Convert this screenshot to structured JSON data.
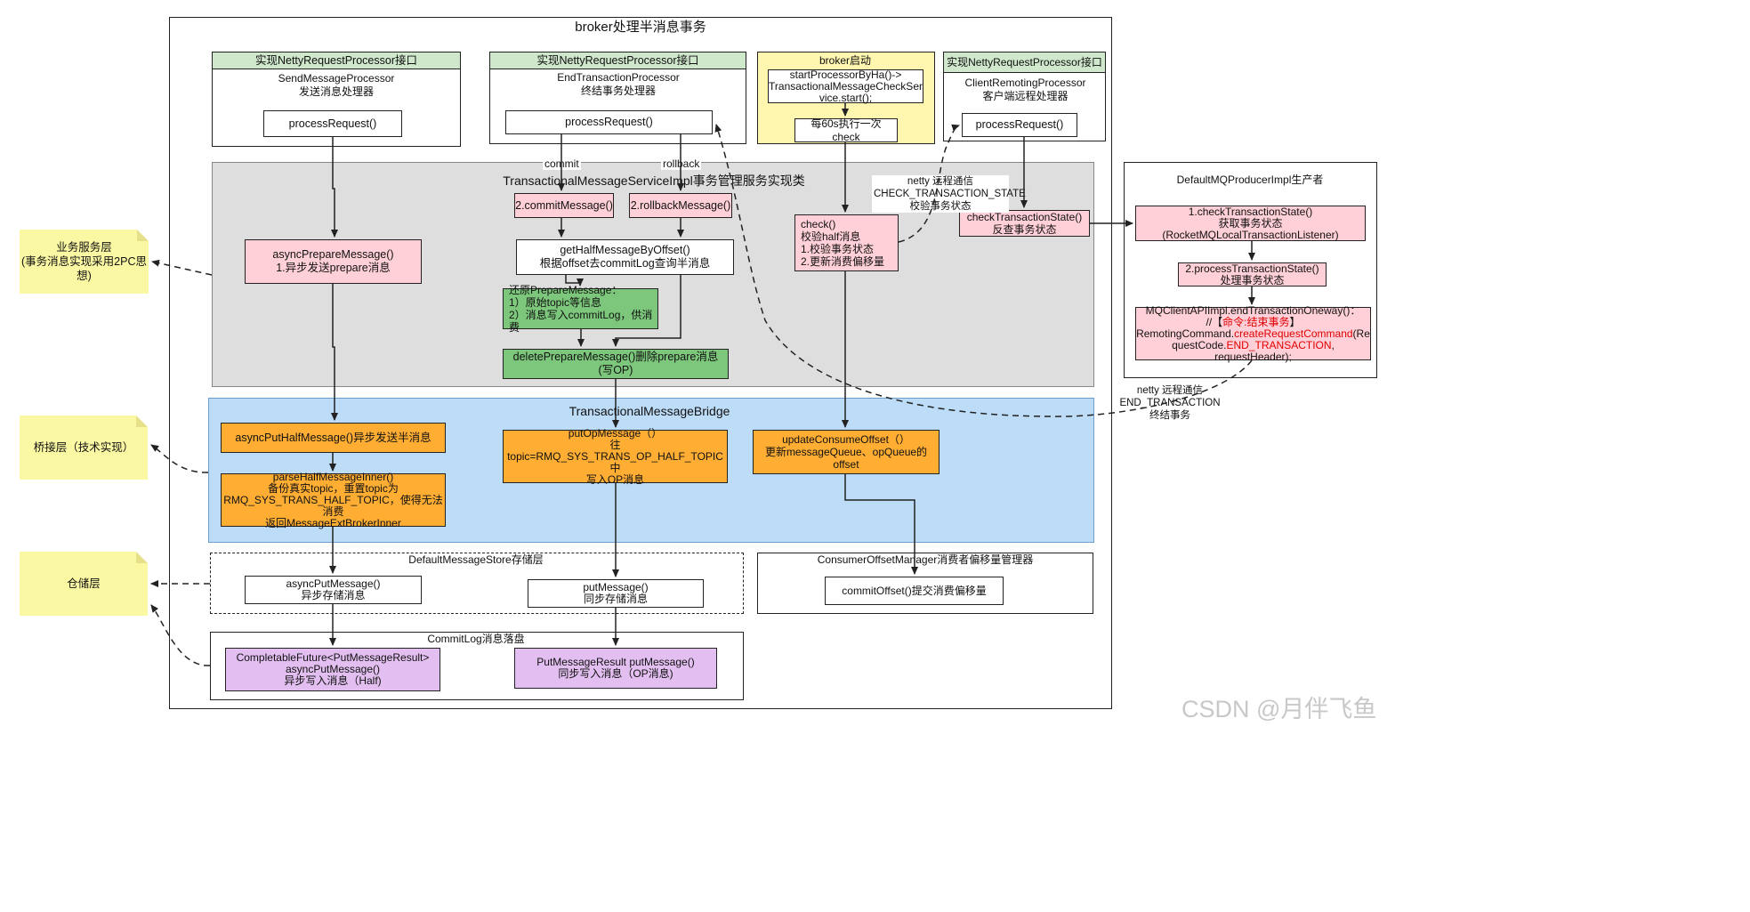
{
  "title": "broker处理半消息事务",
  "watermark": "CSDN @月伴飞鱼",
  "notes": {
    "business": "业务服务层\n(事务消息实现采用2PC思想)",
    "bridge": "桥接层（技术实现）",
    "storage": "仓储层"
  },
  "send_processor": {
    "header": "实现NettyRequestProcessor接口",
    "name": "SendMessageProcessor\n发送消息处理器",
    "method": "processRequest()"
  },
  "end_processor": {
    "header": "实现NettyRequestProcessor接口",
    "name": "EndTransactionProcessor\n终结事务处理器",
    "method": "processRequest()"
  },
  "broker_start": {
    "header": "broker启动",
    "start": "startProcessorByHa()->\nTransactionalMessageCheckSer\nvice.start();",
    "check60": "每60s执行一次 check"
  },
  "client_processor": {
    "header": "实现NettyRequestProcessor接口",
    "name": "ClientRemotingProcessor\n客户端远程处理器",
    "method": "processRequest()"
  },
  "service_impl": {
    "title": "TransactionalMessageServiceImpl事务管理服务实现类",
    "async_prepare": "asyncPrepareMessage()\n1.异步发送prepare消息",
    "commit": "2.commitMessage()",
    "rollback": "2.rollbackMessage()",
    "get_half": "getHalfMessageByOffset()\n根据offset去commitLog查询半消息",
    "restore": "还原PrepareMessage：\n1）原始topic等信息\n2）消息写入commitLog，供消费",
    "delete_prepare": "deletePrepareMessage()删除prepare消息\n(写OP)",
    "check": "check()\n校验half消息\n1.校验事务状态\n2.更新消费偏移量",
    "check_tx_state": "checkTransactionState()\n反查事务状态"
  },
  "edge_labels": {
    "commit": "commit",
    "rollback": "rollback",
    "netty_check": "netty 远程通信\nCHECK_TRANSACTION_STATE\n校验事务状态",
    "netty_end": "netty 远程通信\nEND_TRANSACTION\n终结事务"
  },
  "producer": {
    "title": "DefaultMQProducerImpl生产者",
    "check": "1.checkTransactionState()\n获取事务状态\n(RocketMQLocalTransactionListener)",
    "process": "2.processTransactionState()\n处理事务状态",
    "end_line1": "MQClientAPIImpl.endTransactionOneway()：",
    "end_line2a": "//【",
    "end_line2b": "命令:结束事务",
    "end_line2c": "】",
    "end_line3a": "RemotingCommand.",
    "end_line3b": "createRequestCommand",
    "end_line3c": "(Re",
    "end_line4a": "questCode.",
    "end_line4b": "END_TRANSACTION",
    "end_line4c": ", requestHeader);"
  },
  "bridge": {
    "title": "TransactionalMessageBridge",
    "async_put_half": "asyncPutHalfMessage()异步发送半消息",
    "parse_half": "parseHalfMessageInner()\n备份真实topic，重置topic为\nRMQ_SYS_TRANS_HALF_TOPIC，使得无法消费\n返回MessageExtBrokerInner",
    "put_op": "putOpMessage（）\n往topic=RMQ_SYS_TRANS_OP_HALF_TOPIC 中\n写入OP消息",
    "update_offset": "updateConsumeOffset（）\n更新messageQueue、opQueue的offset"
  },
  "store": {
    "title": "DefaultMessageStore存储层",
    "async_put": "asyncPutMessage()\n异步存储消息",
    "put": "putMessage()\n同步存储消息"
  },
  "offset_mgr": {
    "title": "ConsumerOffsetManager消费者偏移量管理器",
    "commit_offset": "commitOffset()提交消费偏移量"
  },
  "commitlog": {
    "title": "CommitLog消息落盘",
    "async": "CompletableFuture<PutMessageResult>\nasyncPutMessage()\n异步写入消息（Half)",
    "sync": "PutMessageResult putMessage()\n同步写入消息（OP消息)"
  }
}
